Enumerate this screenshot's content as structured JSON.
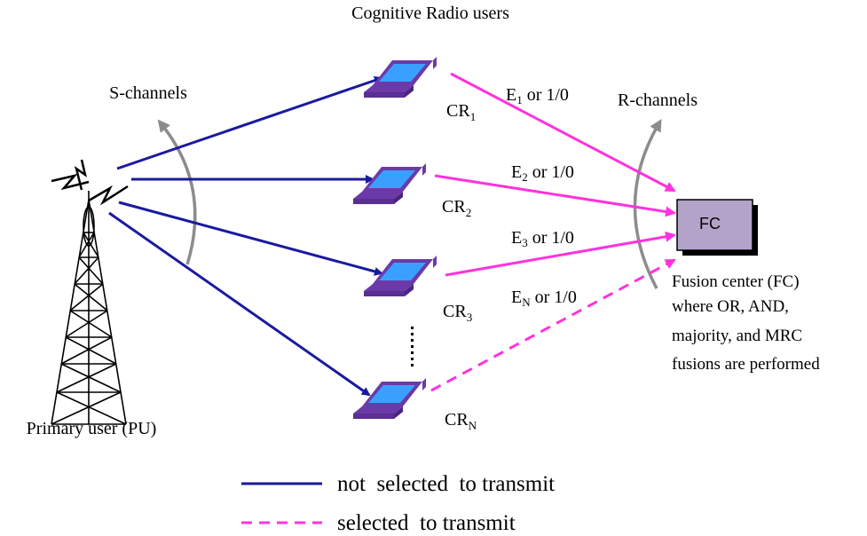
{
  "title": "Cognitive Radio users",
  "primary_user": {
    "label": "Primary user (PU)"
  },
  "s_channels": "S-channels",
  "r_channels": "R-channels",
  "cr_users": [
    {
      "base": "CR",
      "sub": "1",
      "report": {
        "base": "E",
        "sub": "1",
        "suffix": " or 1/0"
      }
    },
    {
      "base": "CR",
      "sub": "2",
      "report": {
        "base": "E",
        "sub": "2",
        "suffix": " or 1/0"
      }
    },
    {
      "base": "CR",
      "sub": "3",
      "report": {
        "base": "E",
        "sub": "3",
        "suffix": " or 1/0"
      }
    },
    {
      "base": "CR",
      "sub": "N",
      "report": {
        "base": "E",
        "sub": "N",
        "suffix": " or 1/0"
      }
    }
  ],
  "fusion_center": {
    "box_label": "FC",
    "description": [
      "Fusion center (FC)",
      "where OR, AND,",
      "majority, and MRC",
      "fusions are performed"
    ]
  },
  "legend": {
    "solid": "not  selected  to transmit",
    "dashed": "selected  to transmit"
  },
  "colors": {
    "sensing_link": "#1a1aa0",
    "report_link": "#ff33dd",
    "channel_arc": "#8c8c8c",
    "laptop_body": "#6b3aa8",
    "laptop_screen": "#3aa0ff",
    "fc_box": "#b3a3c8"
  }
}
